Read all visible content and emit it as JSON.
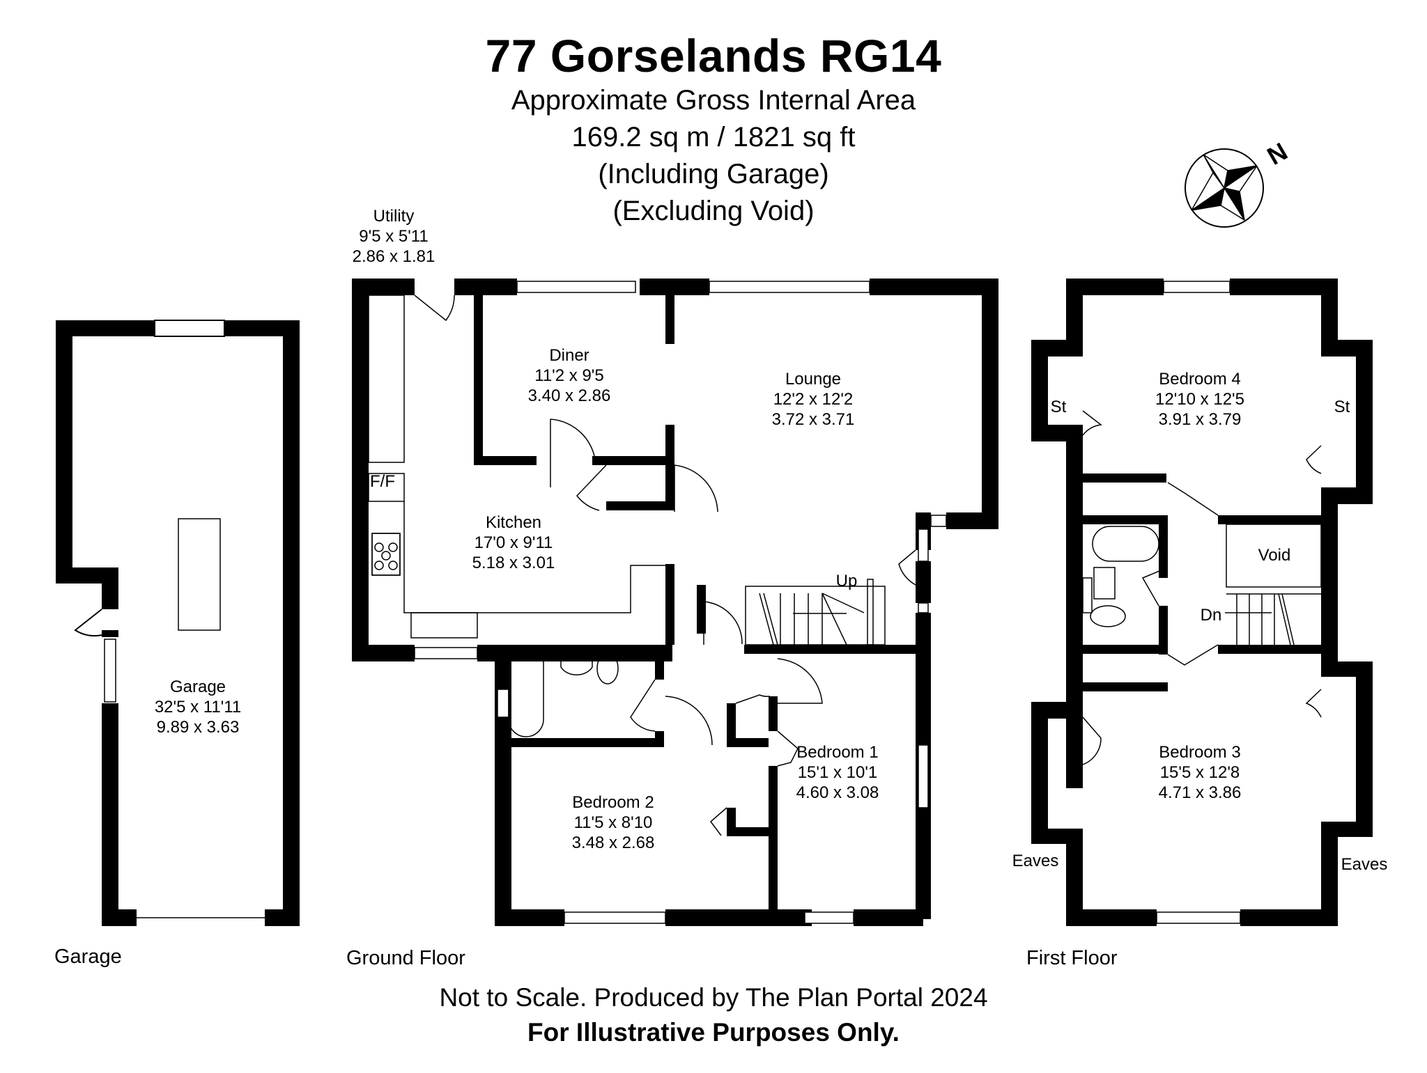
{
  "header": {
    "title": "77 Gorselands RG14",
    "area_label": "Approximate Gross Internal Area",
    "area_value": "169.2 sq m / 1821 sq ft",
    "note_including": "(Including Garage)",
    "note_excluding": "(Excluding Void)"
  },
  "compass": {
    "icon": "north-compass-icon",
    "label": "N"
  },
  "floors": {
    "garage": {
      "caption": "Garage",
      "rooms": [
        {
          "name": "Garage",
          "imperial": "32'5 x 11'11",
          "metric": "9.89 x 3.63"
        }
      ]
    },
    "ground": {
      "caption": "Ground Floor",
      "rooms": [
        {
          "name": "Utility",
          "imperial": "9'5 x 5'11",
          "metric": "2.86 x 1.81"
        },
        {
          "name": "Diner",
          "imperial": "11'2 x 9'5",
          "metric": "3.40 x 2.86"
        },
        {
          "name": "Lounge",
          "imperial": "12'2 x 12'2",
          "metric": "3.72 x 3.71"
        },
        {
          "name": "Kitchen",
          "imperial": "17'0 x 9'11",
          "metric": "5.18 x 3.01"
        },
        {
          "name": "Bedroom 1",
          "imperial": "15'1 x 10'1",
          "metric": "4.60 x 3.08"
        },
        {
          "name": "Bedroom 2",
          "imperial": "11'5 x 8'10",
          "metric": "3.48 x 2.68"
        }
      ],
      "annotations": {
        "fridge_freezer": "F/F",
        "stairs": "Up"
      }
    },
    "first": {
      "caption": "First Floor",
      "rooms": [
        {
          "name": "Bedroom 4",
          "imperial": "12'10 x 12'5",
          "metric": "3.91 x 3.79"
        },
        {
          "name": "Bedroom 3",
          "imperial": "15'5 x 12'8",
          "metric": "4.71 x 3.86"
        }
      ],
      "annotations": {
        "store_left": "St",
        "store_right": "St",
        "void": "Void",
        "stairs": "Dn",
        "eaves_left": "Eaves",
        "eaves_right": "Eaves"
      }
    }
  },
  "footer": {
    "disclaimer": "Not to Scale. Produced by The Plan Portal 2024",
    "notice": "For Illustrative Purposes Only."
  }
}
